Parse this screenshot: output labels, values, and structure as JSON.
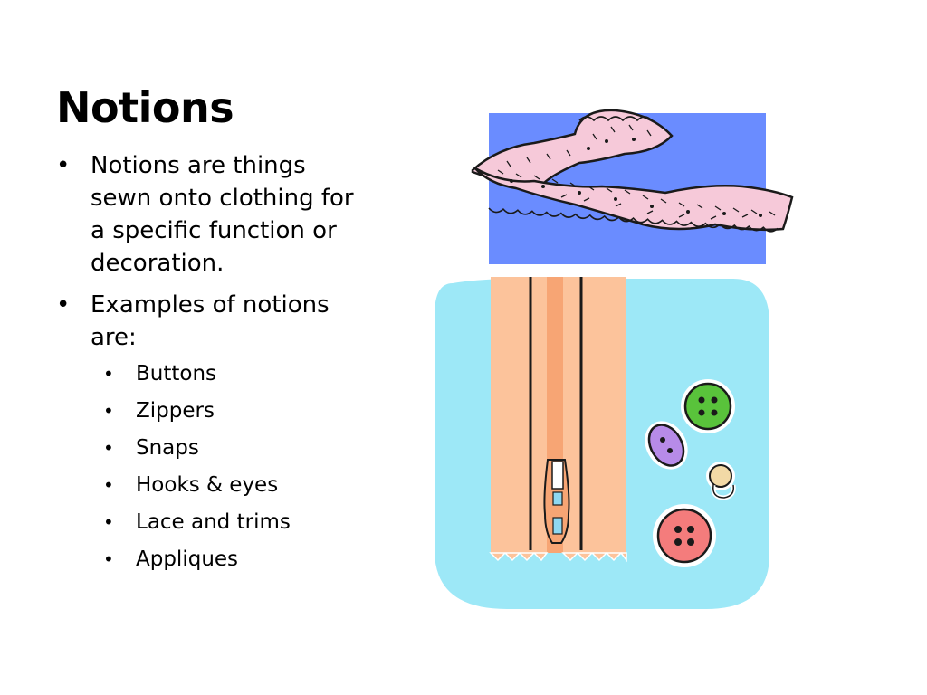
{
  "slide": {
    "title": "Notions",
    "bullets": [
      {
        "text": "Notions are things sewn onto clothing for a specific function or decoration."
      },
      {
        "text": "Examples of notions are:",
        "sub_items": [
          "Buttons",
          "Zippers",
          "Snaps",
          "Hooks & eyes",
          "Lace and trims",
          "Appliques"
        ]
      }
    ]
  },
  "illustrations": {
    "lace_clipart": "lace-trim",
    "notions_clipart": "zipper-and-buttons"
  },
  "colors": {
    "lace_bg": "#6a8cff",
    "lace": "#f6c9d9",
    "notions_bg": "#9de8f7",
    "zipper_tape": "#fcc39b",
    "button_green": "#59c33b",
    "button_purple": "#b78be8",
    "button_pink": "#f47c7c"
  }
}
